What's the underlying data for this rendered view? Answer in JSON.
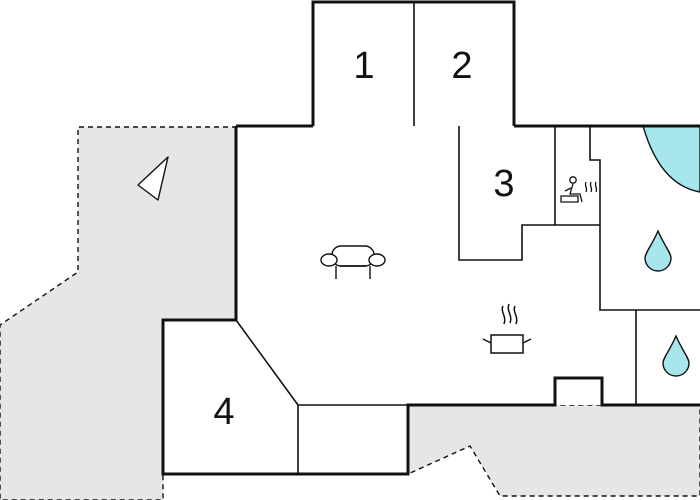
{
  "rooms": [
    {
      "id": "room-1",
      "label": "1"
    },
    {
      "id": "room-2",
      "label": "2"
    },
    {
      "id": "room-3",
      "label": "3"
    },
    {
      "id": "room-4",
      "label": "4"
    }
  ],
  "icons": {
    "sofa": "sofa-icon",
    "pot": "cooking-pot-icon",
    "sauna": "sauna-icon",
    "water_drops": "water-drop-icon",
    "pool": "pool-area",
    "tent": "tent-icon"
  },
  "colors": {
    "terrace_fill": "#e6e6e6",
    "wall": "#111111",
    "water": "#a8e6ee"
  }
}
